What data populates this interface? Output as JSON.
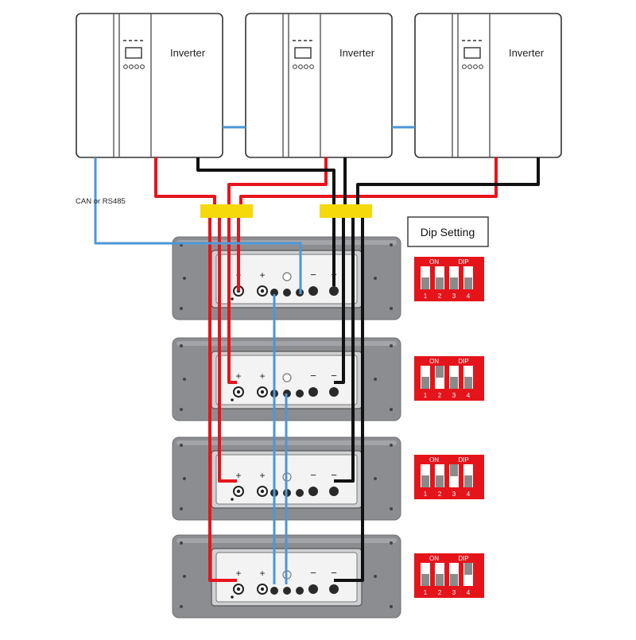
{
  "inverters": [
    {
      "label": "Inverter"
    },
    {
      "label": "Inverter"
    },
    {
      "label": "Inverter"
    }
  ],
  "comm_label": "CAN or RS485",
  "dip_title": "Dip Setting",
  "dip_header": {
    "on": "ON",
    "dip": "DIP"
  },
  "dip_numbers": [
    "1",
    "2",
    "3",
    "4"
  ],
  "terminals": {
    "plus": "+",
    "minus": "−"
  },
  "colors": {
    "positive_cable": "#e8141c",
    "negative_cable": "#111111",
    "comm_cable": "#4b97d6",
    "busbar": "#f5d90a",
    "dip_switch_body": "#e5141b",
    "battery_body": "#8c8d90"
  },
  "dip_settings": [
    {
      "switches": [
        "off",
        "off",
        "off",
        "off"
      ]
    },
    {
      "switches": [
        "off",
        "on",
        "off",
        "off"
      ]
    },
    {
      "switches": [
        "off",
        "off",
        "on",
        "off"
      ]
    },
    {
      "switches": [
        "off",
        "off",
        "off",
        "on"
      ]
    }
  ]
}
